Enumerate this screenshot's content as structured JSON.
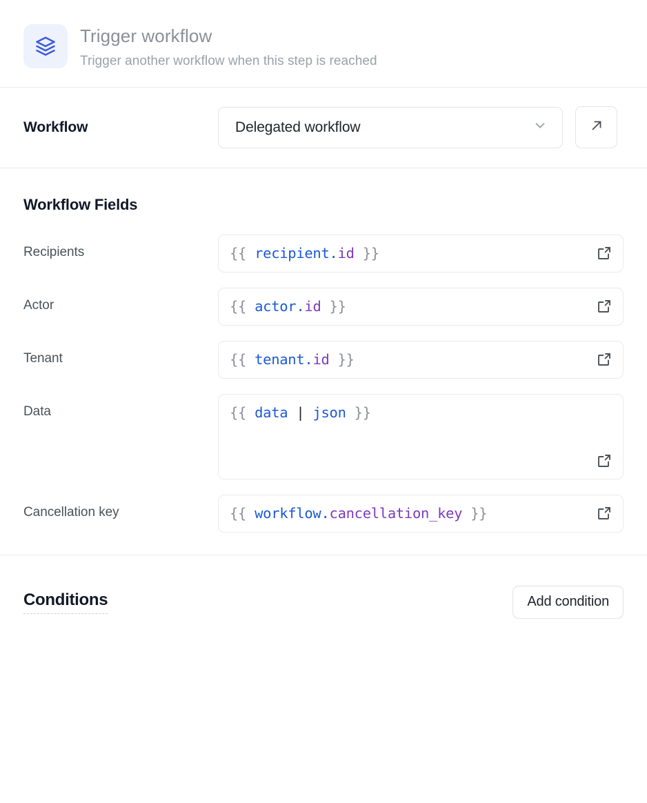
{
  "header": {
    "icon": "layers-stack-icon",
    "icon_color": "#3b5bdb",
    "icon_bg": "#eef2fd",
    "title": "Trigger workflow",
    "subtitle": "Trigger another workflow when this step is reached"
  },
  "workflow_section": {
    "label": "Workflow",
    "select": {
      "value": "Delegated workflow",
      "chevron_icon": "chevron-down-icon"
    },
    "open_button_icon": "arrow-up-right-icon"
  },
  "workflow_fields": {
    "heading": "Workflow Fields",
    "expand_icon": "external-link-icon",
    "fields": [
      {
        "label": "Recipients",
        "name": "recipients",
        "tall": false,
        "tokens": [
          {
            "text": "{{ ",
            "type": "brace"
          },
          {
            "text": "recipient",
            "type": "obj"
          },
          {
            "text": ".",
            "type": "dot"
          },
          {
            "text": "id",
            "type": "prop"
          },
          {
            "text": " }}",
            "type": "brace"
          }
        ],
        "value": "{{ recipient.id }}"
      },
      {
        "label": "Actor",
        "name": "actor",
        "tall": false,
        "tokens": [
          {
            "text": "{{ ",
            "type": "brace"
          },
          {
            "text": "actor",
            "type": "obj"
          },
          {
            "text": ".",
            "type": "dot"
          },
          {
            "text": "id",
            "type": "prop"
          },
          {
            "text": " }}",
            "type": "brace"
          }
        ],
        "value": "{{ actor.id }}"
      },
      {
        "label": "Tenant",
        "name": "tenant",
        "tall": false,
        "tokens": [
          {
            "text": "{{ ",
            "type": "brace"
          },
          {
            "text": "tenant",
            "type": "obj"
          },
          {
            "text": ".",
            "type": "dot"
          },
          {
            "text": "id",
            "type": "prop"
          },
          {
            "text": " }}",
            "type": "brace"
          }
        ],
        "value": "{{ tenant.id }}"
      },
      {
        "label": "Data",
        "name": "data",
        "tall": true,
        "tokens": [
          {
            "text": "{{ ",
            "type": "brace"
          },
          {
            "text": "data",
            "type": "obj"
          },
          {
            "text": " ",
            "type": "brace"
          },
          {
            "text": "|",
            "type": "pipe"
          },
          {
            "text": " ",
            "type": "brace"
          },
          {
            "text": "json",
            "type": "filter"
          },
          {
            "text": " }}",
            "type": "brace"
          }
        ],
        "value": "{{ data | json }}"
      },
      {
        "label": "Cancellation key",
        "name": "cancellation-key",
        "tall": false,
        "tokens": [
          {
            "text": "{{ ",
            "type": "brace"
          },
          {
            "text": "workflow",
            "type": "obj"
          },
          {
            "text": ".",
            "type": "dot"
          },
          {
            "text": "cancellation_key",
            "type": "prop"
          },
          {
            "text": " }}",
            "type": "brace"
          }
        ],
        "value": "{{ workflow.cancellation_key }}"
      }
    ]
  },
  "conditions_section": {
    "title": "Conditions",
    "add_button_label": "Add condition"
  },
  "colors": {
    "accent_blue": "#1b59d6",
    "accent_purple": "#7c3bbf",
    "brace_gray": "#8b9096",
    "border": "#e8eaed",
    "divider": "#e9eaec",
    "text_primary": "#111827",
    "text_muted": "#8c8f98"
  }
}
